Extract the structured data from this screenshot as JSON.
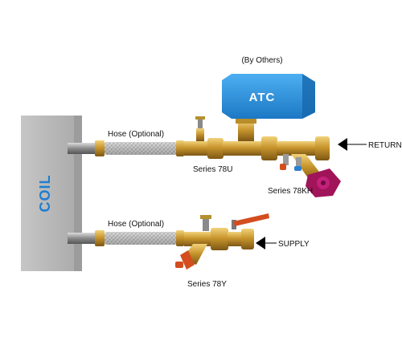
{
  "coil": {
    "label": "COIL",
    "color": "#b8b8b8",
    "label_color": "#1e7fd1"
  },
  "atc": {
    "label": "ATC",
    "note": "(By Others)",
    "color": "#2a93e0"
  },
  "hoses": {
    "top_label": "Hose (Optional)",
    "bottom_label": "Hose (Optional)"
  },
  "valves": {
    "series_78u": "Series 78U",
    "series_78kh": "Series 78KH",
    "series_78y": "Series 78Y"
  },
  "flows": {
    "return": "RETURN",
    "supply": "SUPPLY"
  },
  "colors": {
    "brass": "#c9962e",
    "brass_dark": "#8e6518",
    "handle_red": "#d34d1f",
    "handwheel": "#a0145a"
  }
}
